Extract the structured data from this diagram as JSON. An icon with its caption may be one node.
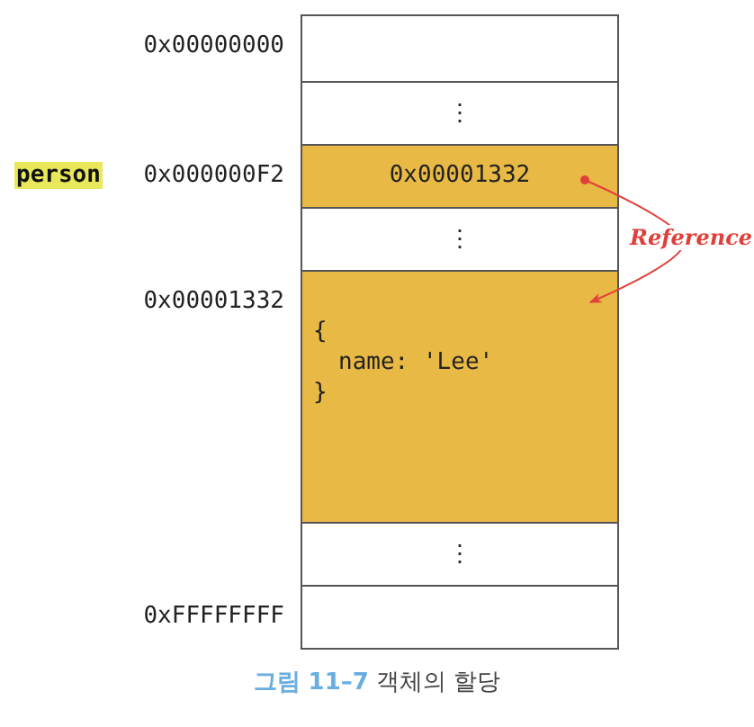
{
  "diagram": {
    "caption": "**그림 11–7** 객체의 할당",
    "nodes": [
      {
        "text": [],
        "shape": "box",
        "beside": [
          "0x00000000"
        ]
      },
      {
        "text": [
          "⋮"
        ]
      },
      {
        "text": [
          "0x00001332"
        ],
        "beside": [
          "person",
          "0x000000F2"
        ]
      },
      {
        "text": [
          "⋮"
        ]
      },
      {
        "text": [
          "{",
          "name: 'Lee'",
          "}"
        ],
        "beside": [
          "0x00001332"
        ]
      },
      {
        "text": [
          "⋮"
        ]
      },
      {
        "text": [],
        "shape": "box",
        "beside": [
          "0xFFFFFFFF"
        ]
      }
    ],
    "edges": [
      {
        "from": 2,
        "to": 4,
        "arrow": "to",
        "label": "Reference",
        "color": "#e0403a"
      }
    ]
  }
}
